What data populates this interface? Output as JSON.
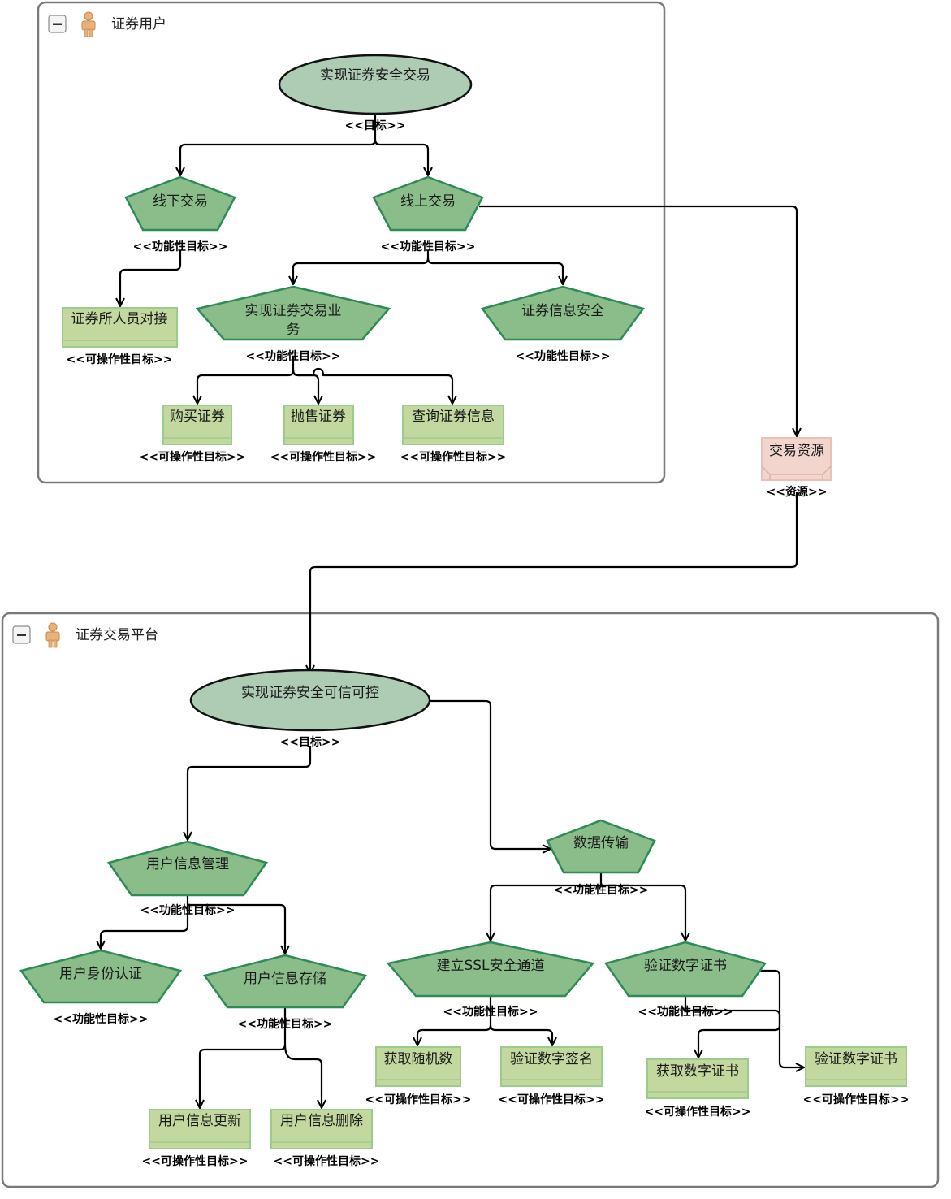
{
  "pools": {
    "user": {
      "title": "证券用户"
    },
    "platform": {
      "title": "证券交易平台"
    }
  },
  "nodes": {
    "goal_secure_trade": {
      "label": "实现证券安全交易",
      "stereotype": "<<目标>>"
    },
    "offline_trade": {
      "label": "线下交易",
      "stereotype": "<<功能性目标>>"
    },
    "online_trade": {
      "label": "线上交易",
      "stereotype": "<<功能性目标>>"
    },
    "broker_contact": {
      "label": "证券所人员对接",
      "stereotype": "<<可操作性目标>>"
    },
    "trade_business": {
      "label_line1": "实现证券交易业",
      "label_line2": "务",
      "stereotype": "<<功能性目标>>"
    },
    "info_security": {
      "label": "证券信息安全",
      "stereotype": "<<功能性目标>>"
    },
    "buy": {
      "label": "购买证券",
      "stereotype": "<<可操作性目标>>"
    },
    "sell": {
      "label": "抛售证券",
      "stereotype": "<<可操作性目标>>"
    },
    "query": {
      "label": "查询证券信息",
      "stereotype": "<<可操作性目标>>"
    },
    "trade_resource": {
      "label": "交易资源",
      "stereotype": "<<资源>>"
    },
    "goal_trust": {
      "label": "实现证券安全可信可控",
      "stereotype": "<<目标>>"
    },
    "user_info_mgmt": {
      "label": "用户信息管理",
      "stereotype": "<<功能性目标>>"
    },
    "data_transfer": {
      "label": "数据传输",
      "stereotype": "<<功能性目标>>"
    },
    "identity_auth": {
      "label": "用户身份认证",
      "stereotype": "<<功能性目标>>"
    },
    "info_storage": {
      "label": "用户信息存储",
      "stereotype": "<<功能性目标>>"
    },
    "ssl_channel": {
      "label": "建立SSL安全通道",
      "stereotype": "<<功能性目标>>"
    },
    "verify_cert": {
      "label": "验证数字证书",
      "stereotype": "<<功能性目标>>"
    },
    "info_update": {
      "label": "用户信息更新",
      "stereotype": "<<可操作性目标>>"
    },
    "info_delete": {
      "label": "用户信息删除",
      "stereotype": "<<可操作性目标>>"
    },
    "random_number": {
      "label": "获取随机数",
      "stereotype": "<<可操作性目标>>"
    },
    "verify_signature": {
      "label": "验证数字签名",
      "stereotype": "<<可操作性目标>>"
    },
    "get_cert": {
      "label": "获取数字证书",
      "stereotype": "<<可操作性目标>>"
    },
    "verify_cert_op": {
      "label": "验证数字证书",
      "stereotype": "<<可操作性目标>>"
    }
  },
  "icons": {
    "collapse": "collapse-icon",
    "actor": "actor-icon"
  },
  "colors": {
    "goal_fill": "#aecbb4",
    "pentagon_fill": "#8bbd8b",
    "pentagon_stroke": "#2e8b57",
    "operable_fill": "#c2d89e",
    "operable_stroke": "#9ccc8c",
    "resource_fill": "#f2d6ce",
    "resource_stroke": "#e6c2b8",
    "pool_border": "#7a7a7a"
  }
}
